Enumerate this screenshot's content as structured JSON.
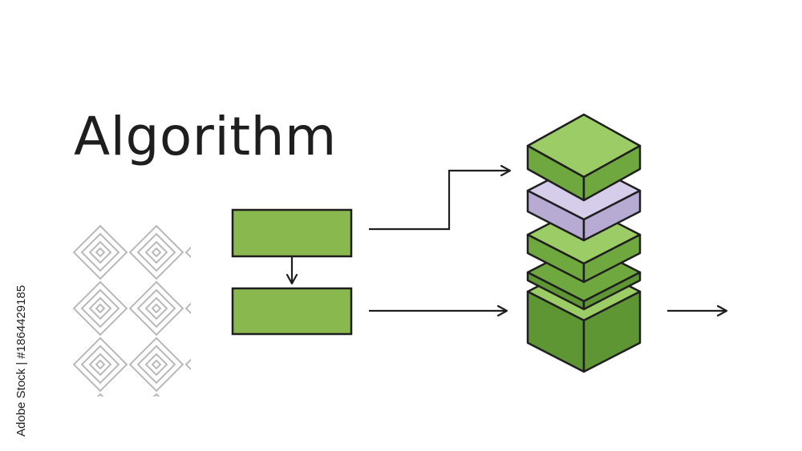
{
  "title": "Algorithm",
  "stock_credit": "Adobe Stock | #1864429185",
  "colors": {
    "green": "#88b84e",
    "green_light": "#9ccc65",
    "green_dark": "#5e9634",
    "green_side": "#6fa83f",
    "lavender": "#d6cdea",
    "lavender_side": "#b7abd3",
    "outline": "#1f1f1f",
    "pattern": "#b9b9b9"
  },
  "icons": [
    "diamond-pattern",
    "process-box",
    "arrow",
    "layer-stack",
    "output-arrow"
  ]
}
